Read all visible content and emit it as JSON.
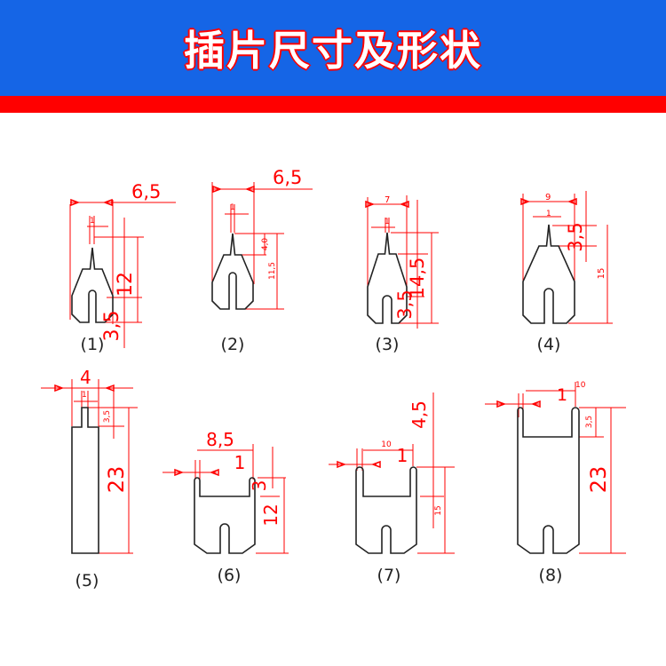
{
  "header": {
    "title": "插片尺寸及形状"
  },
  "colors": {
    "banner": "#1565e6",
    "stripe": "#ff0000",
    "dimension": "#ff0000",
    "outline": "#222222"
  },
  "shapes": [
    {
      "caption": "(1)",
      "labels": {
        "width": "6,5",
        "tip": "1",
        "height": "12",
        "slot": "3,5"
      }
    },
    {
      "caption": "(2)",
      "labels": {
        "width": "6,5",
        "tip": "1",
        "pin": "4,0",
        "height": "11,5"
      }
    },
    {
      "caption": "(3)",
      "labels": {
        "width": "7",
        "tip": "1",
        "height": "14,5",
        "slot": "3,5"
      }
    },
    {
      "caption": "(4)",
      "labels": {
        "width": "9",
        "tip": "1",
        "pin": "3,5",
        "height": "15"
      }
    },
    {
      "caption": "(5)",
      "labels": {
        "width": "4",
        "tip": "1",
        "pin": "3,5",
        "height": "23"
      }
    },
    {
      "caption": "(6)",
      "labels": {
        "width": "8,5",
        "prong": "1",
        "notch": "3",
        "height": "12"
      }
    },
    {
      "caption": "(7)",
      "labels": {
        "width": "10",
        "prong": "1",
        "notch": "4,5",
        "height": "15"
      }
    },
    {
      "caption": "(8)",
      "labels": {
        "width": "10",
        "prong": "1",
        "notch": "3,5",
        "height": "23"
      }
    }
  ]
}
